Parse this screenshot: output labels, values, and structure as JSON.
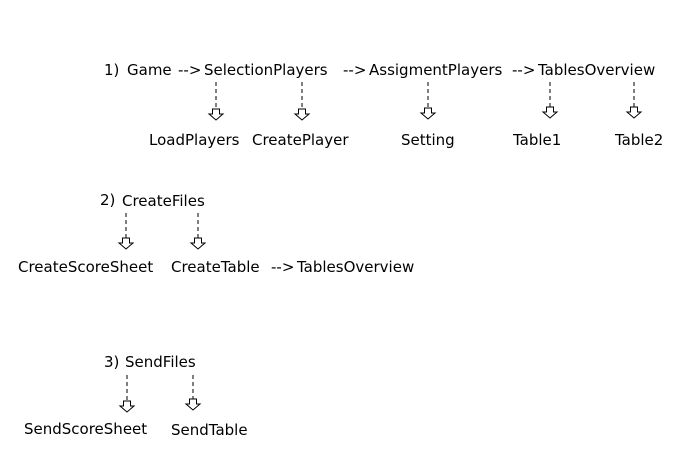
{
  "diagram": {
    "sections": [
      {
        "number": "1)",
        "root": "Game",
        "chain": [
          {
            "arrow": "-->",
            "label": "SelectionPlayers"
          },
          {
            "arrow": "-->",
            "label": "AssigmentPlayers"
          },
          {
            "arrow": "-->",
            "label": "TablesOverview"
          }
        ],
        "children": [
          {
            "parent": "SelectionPlayers",
            "label": "LoadPlayers"
          },
          {
            "parent": "SelectionPlayers",
            "label": "CreatePlayer"
          },
          {
            "parent": "AssigmentPlayers",
            "label": "Setting"
          },
          {
            "parent": "TablesOverview",
            "label": "Table1"
          },
          {
            "parent": "TablesOverview",
            "label": "Table2"
          }
        ]
      },
      {
        "number": "2)",
        "root": "CreateFiles",
        "children": [
          {
            "parent": "CreateFiles",
            "label": "CreateScoreSheet"
          },
          {
            "parent": "CreateFiles",
            "label": "CreateTable"
          }
        ],
        "trailing": {
          "from": "CreateTable",
          "arrow": "-->",
          "label": "TablesOverview"
        }
      },
      {
        "number": "3)",
        "root": "SendFiles",
        "children": [
          {
            "parent": "SendFiles",
            "label": "SendScoreSheet"
          },
          {
            "parent": "SendFiles",
            "label": "SendTable"
          }
        ]
      }
    ]
  }
}
